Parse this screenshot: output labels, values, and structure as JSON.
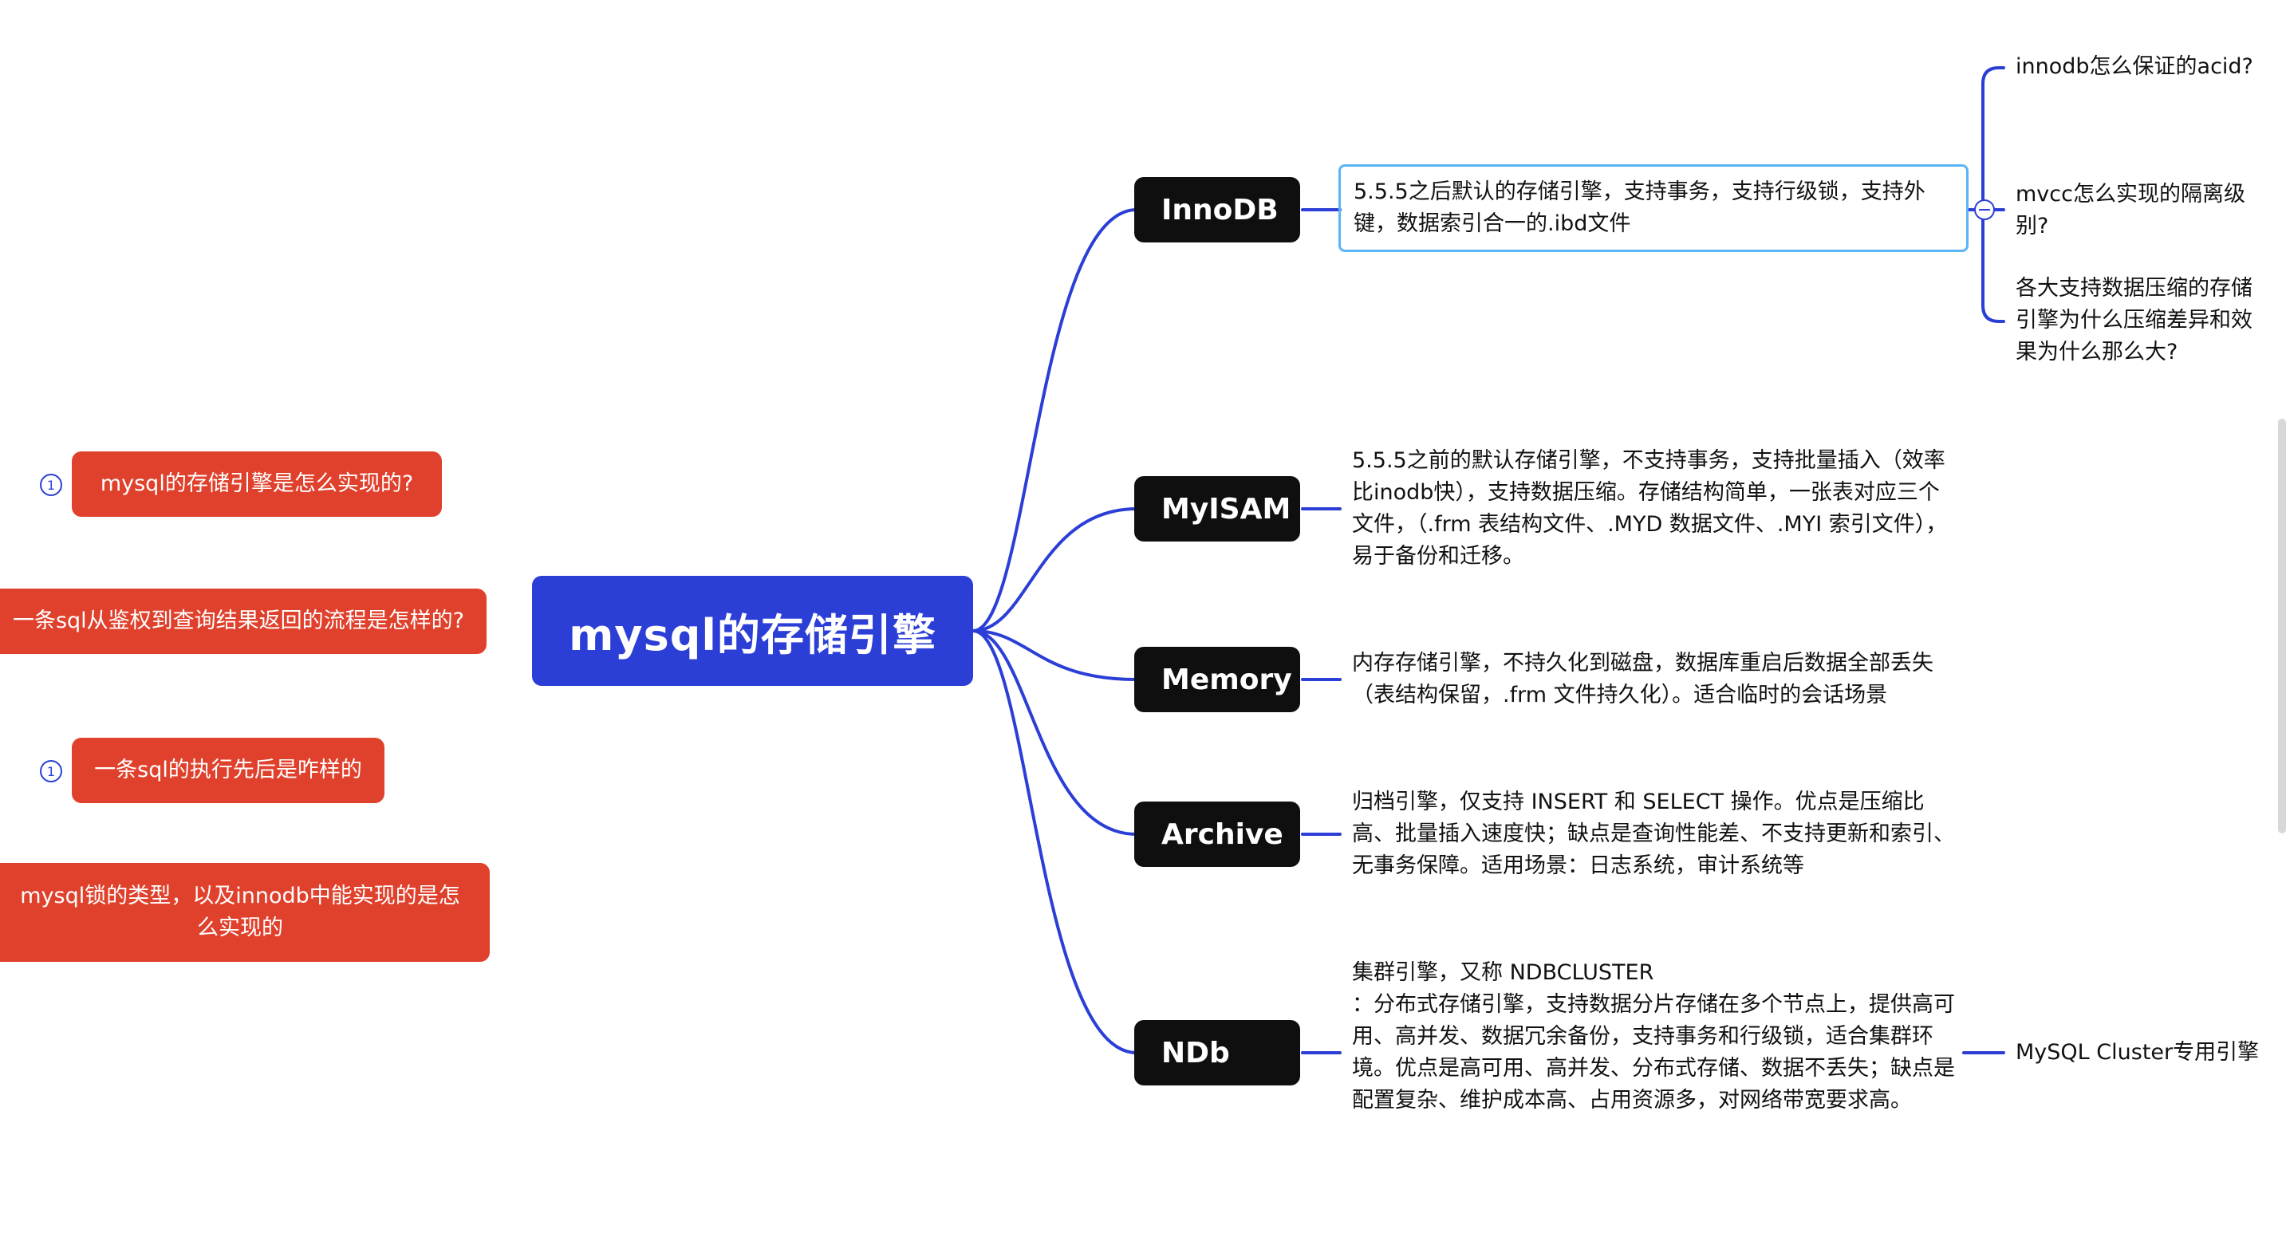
{
  "root": {
    "label": "mysql的存储引擎"
  },
  "engines": [
    {
      "label": "InnoDB",
      "description": "5.5.5之后默认的存储引擎，支持事务，支持行级锁，支持外键，数据索引合一的.ibd文件",
      "children": [
        "innodb怎么保证的acid?",
        "mvcc怎么实现的隔离级别?",
        "各大支持数据压缩的存储引擎为什么压缩差异和效果为什么那么大?"
      ]
    },
    {
      "label": "MyISAM",
      "description": "5.5.5之前的默认存储引擎，不支持事务，支持批量插入（效率比inodb快），支持数据压缩。存储结构简单，一张表对应三个文件，（.frm 表结构文件、.MYD 数据文件、.MYI 索引文件），易于备份和迁移。",
      "children": []
    },
    {
      "label": "Memory",
      "description": "内存存储引擎，不持久化到磁盘，数据库重启后数据全部丢失（表结构保留，.frm 文件持久化）。适合临时的会话场景",
      "children": []
    },
    {
      "label": "Archive",
      "description": "归档引擎，仅支持 INSERT 和 SELECT 操作。优点是压缩比高、批量插入速度快；缺点是查询性能差、不支持更新和索引、无事务保障。适用场景：日志系统，审计系统等",
      "children": []
    },
    {
      "label": "NDb",
      "description": "集群引擎，又称 NDBCLUSTER\n：分布式存储引擎，支持数据分片存储在多个节点上，提供高可用、高并发、数据冗余备份，支持事务和行级锁，适合集群环境。优点是高可用、高并发、分布式存储、数据不丢失；缺点是配置复杂、维护成本高、占用资源多，对网络带宽要求高。",
      "children": [
        "MySQL Cluster专用引擎"
      ]
    }
  ],
  "left_nodes": [
    {
      "label": "mysql的存储引擎是怎么实现的?",
      "badge": "1"
    },
    {
      "label": "一条sql从鉴权到查询结果返回的流程是怎样的?",
      "badge": ""
    },
    {
      "label": "一条sql的执行先后是咋样的",
      "badge": "1"
    },
    {
      "label": "mysql锁的类型，以及innodb中能实现的是怎么实现的",
      "badge": ""
    }
  ],
  "colors": {
    "root": "#2b3fd6",
    "engine": "#0f0f0f",
    "left_node": "#e0412c",
    "connector": "#2b3fd6",
    "selection": "#5ab4f5"
  }
}
